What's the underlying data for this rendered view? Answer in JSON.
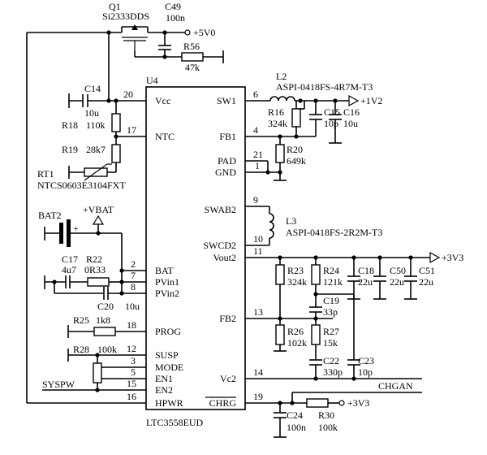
{
  "chip": {
    "ref": "U4",
    "part": "LTC3558EUD"
  },
  "left_pins": [
    {
      "id": "vcc",
      "num": "20",
      "name": "Vcc"
    },
    {
      "id": "ntc",
      "num": "17",
      "name": "NTC"
    },
    {
      "id": "bat",
      "num": "2",
      "name": "BAT"
    },
    {
      "id": "pvin1",
      "num": "7",
      "name": "PVin1"
    },
    {
      "id": "pvin2",
      "num": "8",
      "name": "PVin2"
    },
    {
      "id": "prog",
      "num": "18",
      "name": "PROG"
    },
    {
      "id": "susp",
      "num": "12",
      "name": "SUSP"
    },
    {
      "id": "mode",
      "num": "3",
      "name": "MODE"
    },
    {
      "id": "en1",
      "num": "5",
      "name": "EN1"
    },
    {
      "id": "en2",
      "num": "15",
      "name": "EN2"
    },
    {
      "id": "hpwr",
      "num": "16",
      "name": "HPWR"
    }
  ],
  "right_pins": [
    {
      "id": "sw1",
      "num": "6",
      "name": "SW1"
    },
    {
      "id": "fb1",
      "num": "4",
      "name": "FB1"
    },
    {
      "id": "pad",
      "num": "21",
      "name": "PAD"
    },
    {
      "id": "gnd",
      "num": "1",
      "name": "GND"
    },
    {
      "id": "swab2",
      "num": "9",
      "name": "SWAB2"
    },
    {
      "id": "swcd2",
      "num": "10",
      "name": "SWCD2"
    },
    {
      "id": "vout2",
      "num": "11",
      "name": "Vout2"
    },
    {
      "id": "fb2",
      "num": "13",
      "name": "FB2"
    },
    {
      "id": "vc2",
      "num": "14",
      "name": "Vc2"
    },
    {
      "id": "chrg",
      "num": "19",
      "name": "CHRG"
    }
  ],
  "components": {
    "q1": {
      "ref": "Q1",
      "value": "Si2333DDS"
    },
    "c49": {
      "ref": "C49",
      "value": "100n"
    },
    "r56": {
      "ref": "R56",
      "value": "47k"
    },
    "c14": {
      "ref": "C14",
      "value": "10u"
    },
    "r18": {
      "ref": "R18",
      "value": "110k"
    },
    "r19": {
      "ref": "R19",
      "value": "28k7"
    },
    "rt1": {
      "ref": "RT1",
      "value": "NTCS0603E3104FXT"
    },
    "bat2": {
      "ref": "BAT2"
    },
    "c17": {
      "ref": "C17",
      "value": "4u7"
    },
    "r22": {
      "ref": "R22",
      "value": "0R33"
    },
    "c20": {
      "ref": "C20",
      "value": "10u"
    },
    "r25": {
      "ref": "R25",
      "value": "1k8"
    },
    "r28": {
      "ref": "R28",
      "value": "100k"
    },
    "l2": {
      "ref": "L2",
      "value": "ASPI-0418FS-4R7M-T3"
    },
    "r16": {
      "ref": "R16",
      "value": "324k"
    },
    "c15": {
      "ref": "C15",
      "value": "10p"
    },
    "c16": {
      "ref": "C16",
      "value": "10u"
    },
    "r20": {
      "ref": "R20",
      "value": "649k"
    },
    "l3": {
      "ref": "L3",
      "value": "ASPI-0418FS-2R2M-T3"
    },
    "r23": {
      "ref": "R23",
      "value": "324k"
    },
    "r24": {
      "ref": "R24",
      "value": "121k"
    },
    "c18": {
      "ref": "C18",
      "value": "22u"
    },
    "c50": {
      "ref": "C50",
      "value": "22u"
    },
    "c51": {
      "ref": "C51",
      "value": "22u"
    },
    "c19": {
      "ref": "C19",
      "value": "33p"
    },
    "r26": {
      "ref": "R26",
      "value": "102k"
    },
    "r27": {
      "ref": "R27",
      "value": "15k"
    },
    "c22": {
      "ref": "C22",
      "value": "330p"
    },
    "c23": {
      "ref": "C23",
      "value": "10p"
    },
    "c24": {
      "ref": "C24",
      "value": "100n"
    },
    "r30": {
      "ref": "R30",
      "value": "100k"
    }
  },
  "nets": {
    "v5": "+5V0",
    "v12": "+1V2",
    "v33": "+3V3",
    "v33b": "+3V3",
    "vbat": "+VBAT",
    "syspw": "SYSPW",
    "chgan": "CHGAN"
  },
  "bat_plus": "+"
}
